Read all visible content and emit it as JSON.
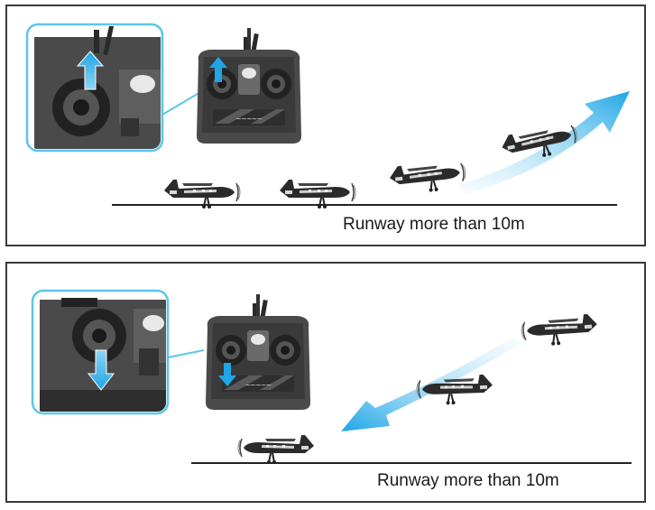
{
  "panels": [
    {
      "id": "takeoff",
      "caption": "Runway more than 10m",
      "throttle_direction": "up",
      "icons": {
        "throttle_arrow": "arrow-up-icon",
        "flight_path": "climb-arrow-icon"
      },
      "colors": {
        "callout_border": "#5cc6ea",
        "arrow_blue": "#1ea6e6"
      }
    },
    {
      "id": "landing",
      "caption": "Runway more than 10m",
      "throttle_direction": "down",
      "icons": {
        "throttle_arrow": "arrow-down-icon",
        "flight_path": "descent-arrow-icon"
      },
      "colors": {
        "callout_border": "#5cc6ea",
        "arrow_blue": "#1ea6e6"
      }
    }
  ]
}
